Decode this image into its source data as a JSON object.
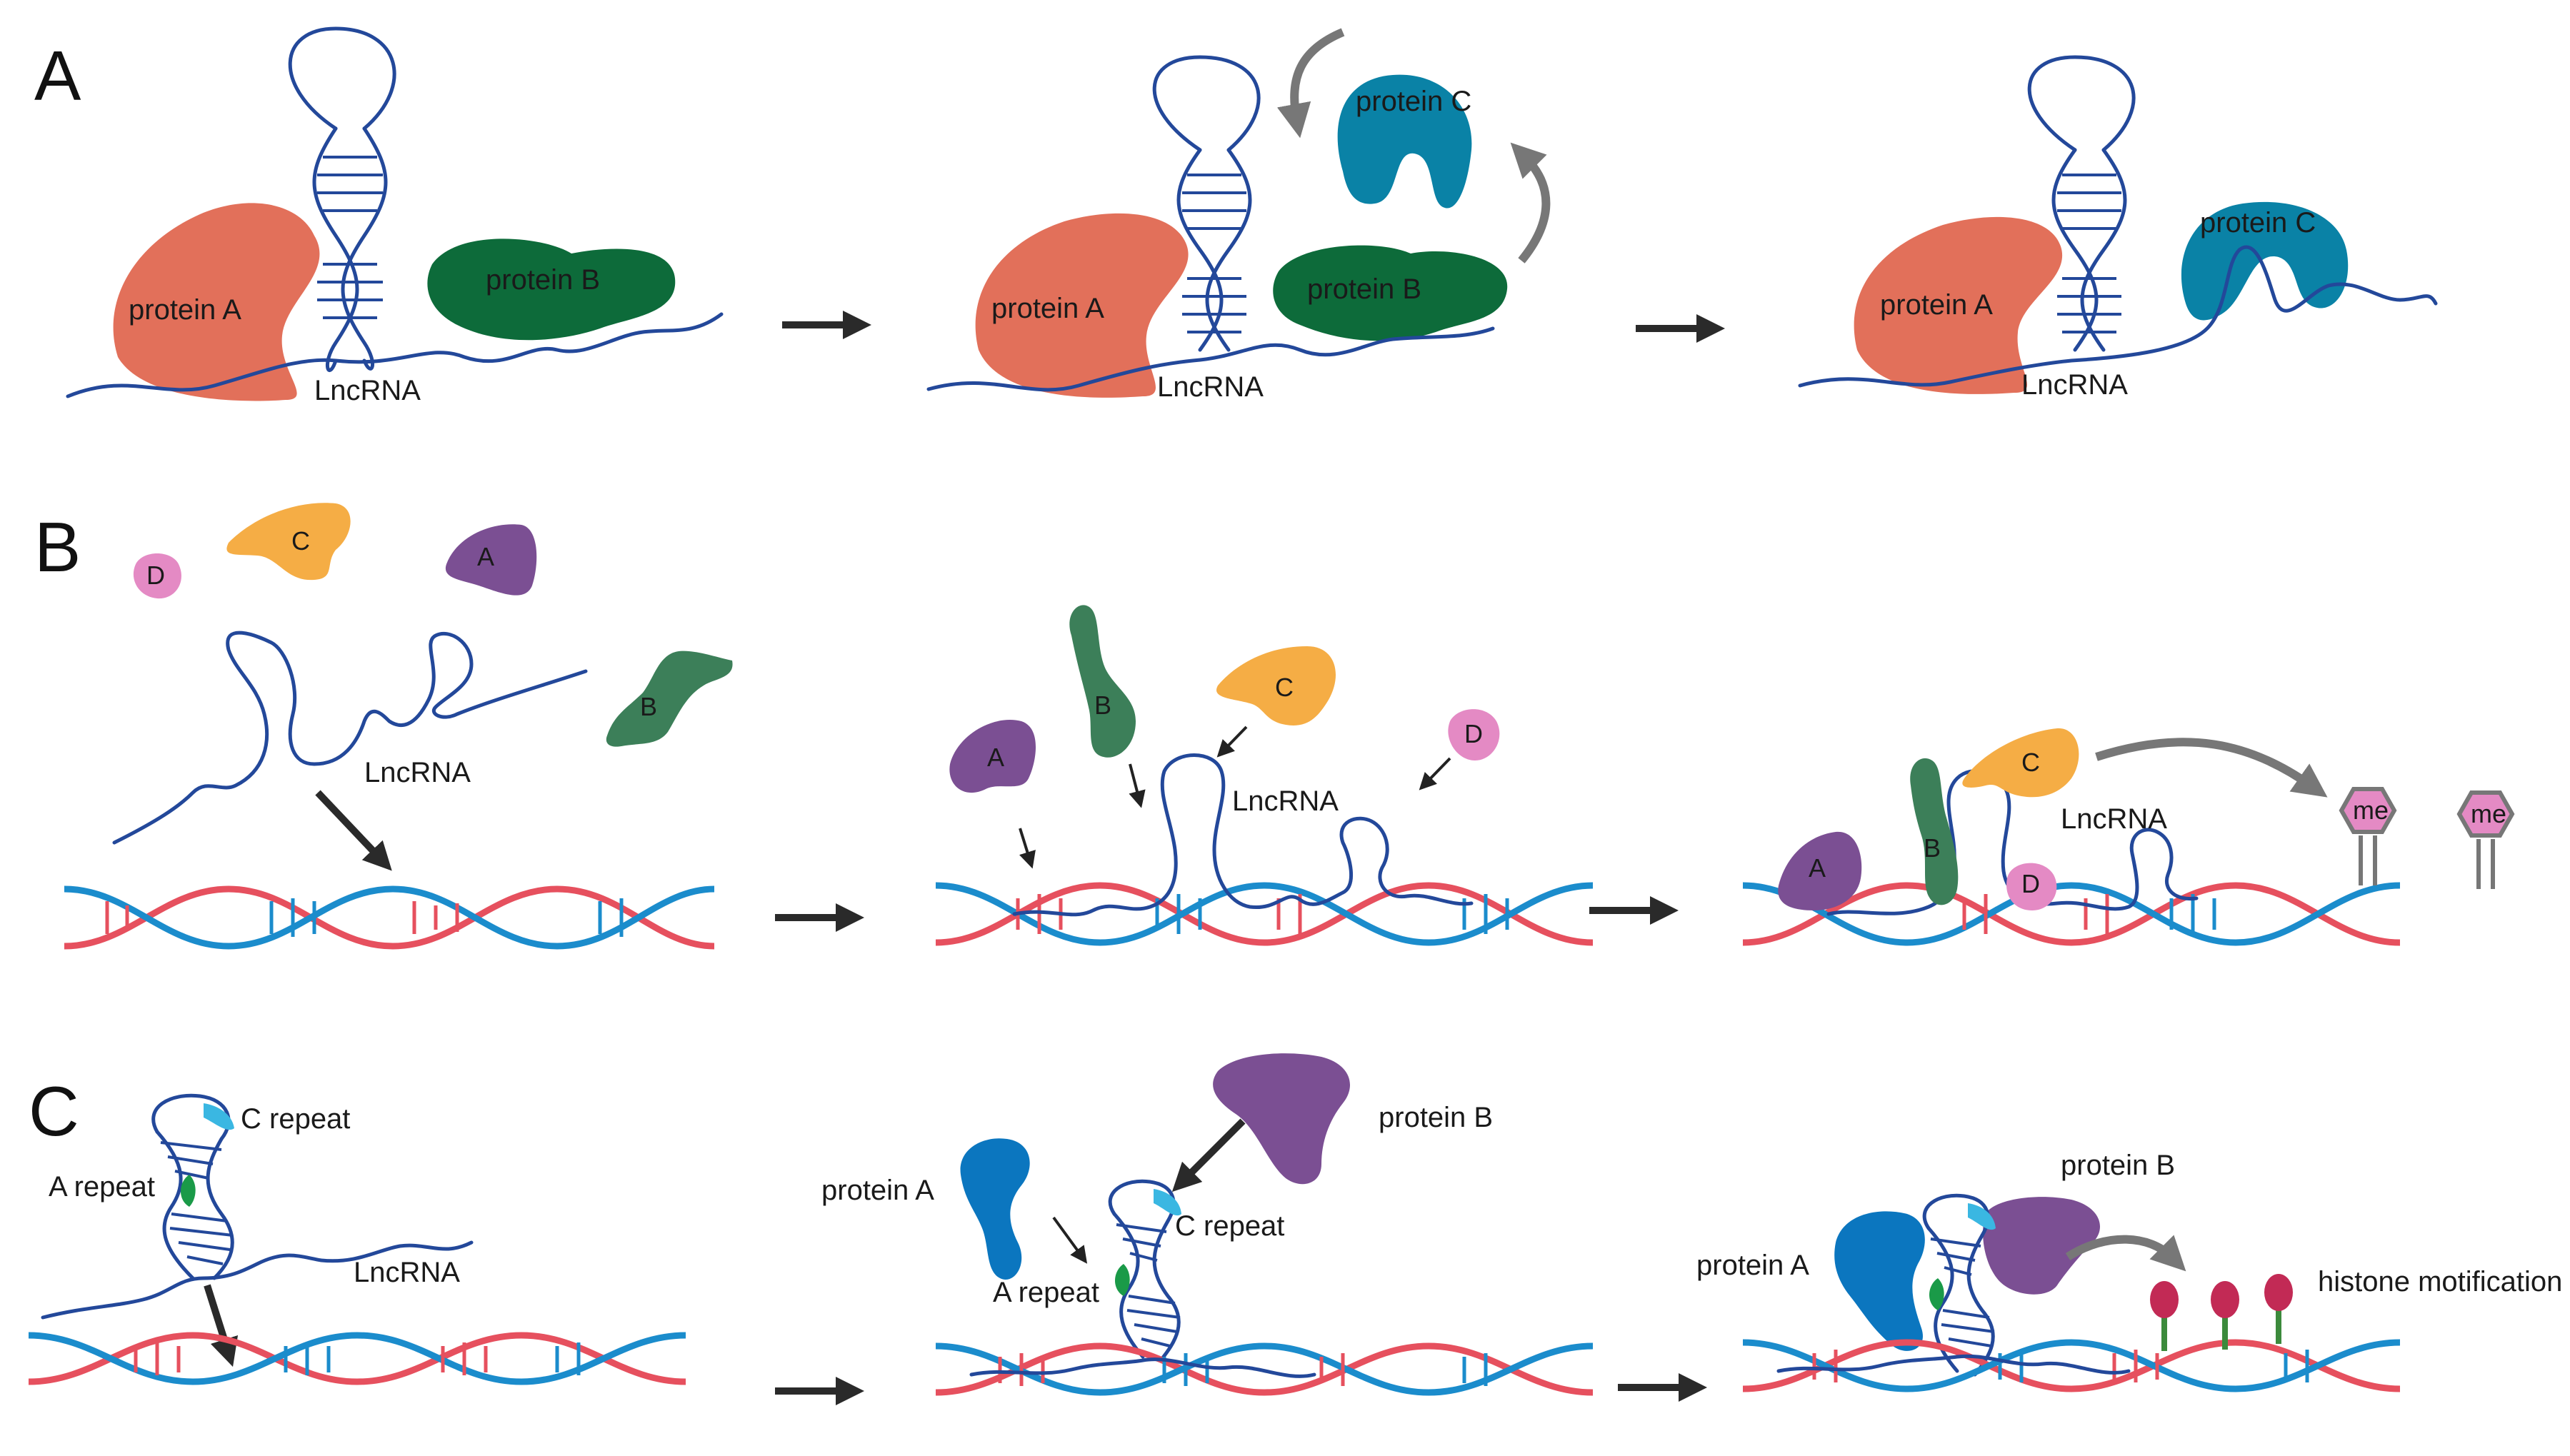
{
  "panels": [
    {
      "letter": "A"
    },
    {
      "letter": "B"
    },
    {
      "letter": "C"
    }
  ],
  "panel_a": {
    "lncrna": "LncRNA",
    "protein_a": "protein A",
    "protein_b": "protein  B",
    "protein_c": "protein C"
  },
  "panel_b": {
    "lncrna": "LncRNA",
    "factor_a": "A",
    "factor_b": "B",
    "factor_c": "C",
    "factor_d": "D",
    "methyl": "me"
  },
  "panel_c": {
    "lncrna": "LncRNA",
    "c_repeat": "C repeat",
    "a_repeat": "A repeat",
    "protein_a": "protein A",
    "protein_b": "protein B",
    "histone": "histone motification"
  },
  "colors": {
    "protein_a_salmon": "#e2705a",
    "protein_b_green": "#0d6b3a",
    "protein_c_teal": "#0a82a6",
    "factor_a_purple": "#7b4f93",
    "factor_b_green": "#3c7f59",
    "factor_c_orange": "#f5ad45",
    "factor_d_pink": "#e48ac4",
    "c_repeat_cyan": "#3ab7e2",
    "a_repeat_green": "#1a9a48",
    "prot_a_blue": "#0b76bf",
    "prot_b_purple": "#7b4f93",
    "histone_mark": "#c22a55",
    "rna_blue": "#23489a",
    "dna_red": "#e6505e",
    "dna_blue": "#1b8ccc"
  },
  "icons": [
    "step-arrow-icon",
    "curved-arrow-icon",
    "binding-arrow-icon",
    "methyl-hexagon-icon",
    "histone-mark-icon"
  ]
}
